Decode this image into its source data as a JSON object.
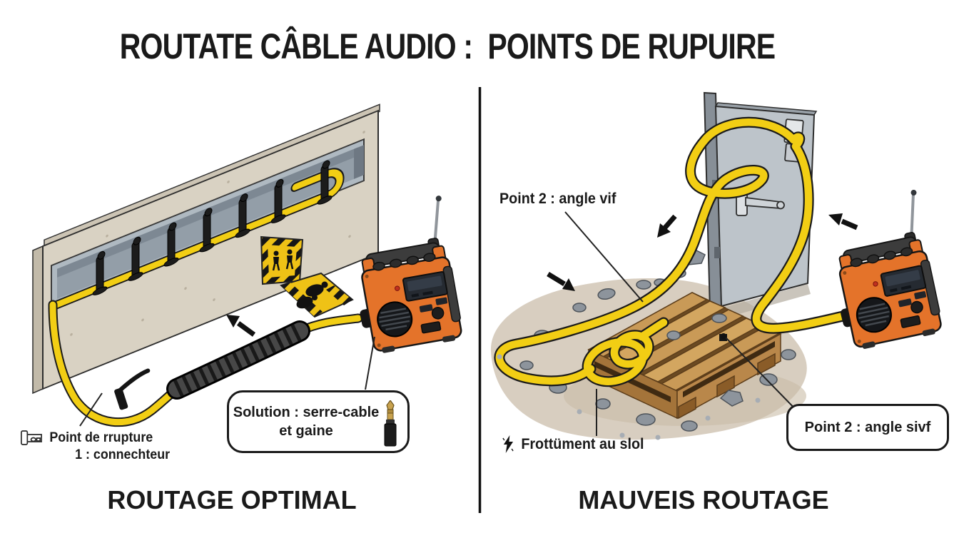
{
  "title": "ROUTATE CÂBLE AUDIO :  POINTS DE RUPUIRE",
  "panels": {
    "left": {
      "caption": "ROUTAGE OPTIMAL",
      "labels": {
        "rupture": {
          "line1": "Point de rrupture",
          "line2": "1 : connechteur"
        },
        "solution": {
          "line1": "Solution : serre-cable",
          "line2": "et gaine"
        }
      }
    },
    "right": {
      "caption": "MAUVEIS ROUTAGE",
      "labels": {
        "angle_vif": "Point 2 : angle vif",
        "angle_sivf": "Point 2 : angle sivf",
        "frottement": "Frottüment au slol"
      }
    }
  },
  "icons": {
    "connector": "connector-clamp-icon",
    "audio_jack": "audio-jack-icon",
    "warning_bolt": "lightning-bolt-icon"
  },
  "colors": {
    "cable_yellow": "#F2CE14",
    "radio_orange": "#E4732A",
    "wall_beige": "#D9D2C3",
    "channel_gray": "#AFB9C1",
    "door_gray": "#BDC4CA",
    "hazard_yellow": "#EFC216",
    "wood_light": "#C99A57",
    "wood_mid": "#B9874A",
    "wood_dark": "#A4743A",
    "stone_gray": "#8D949C",
    "dirt_tan": "#D8CEC0",
    "ink": "#1A1A1A"
  }
}
